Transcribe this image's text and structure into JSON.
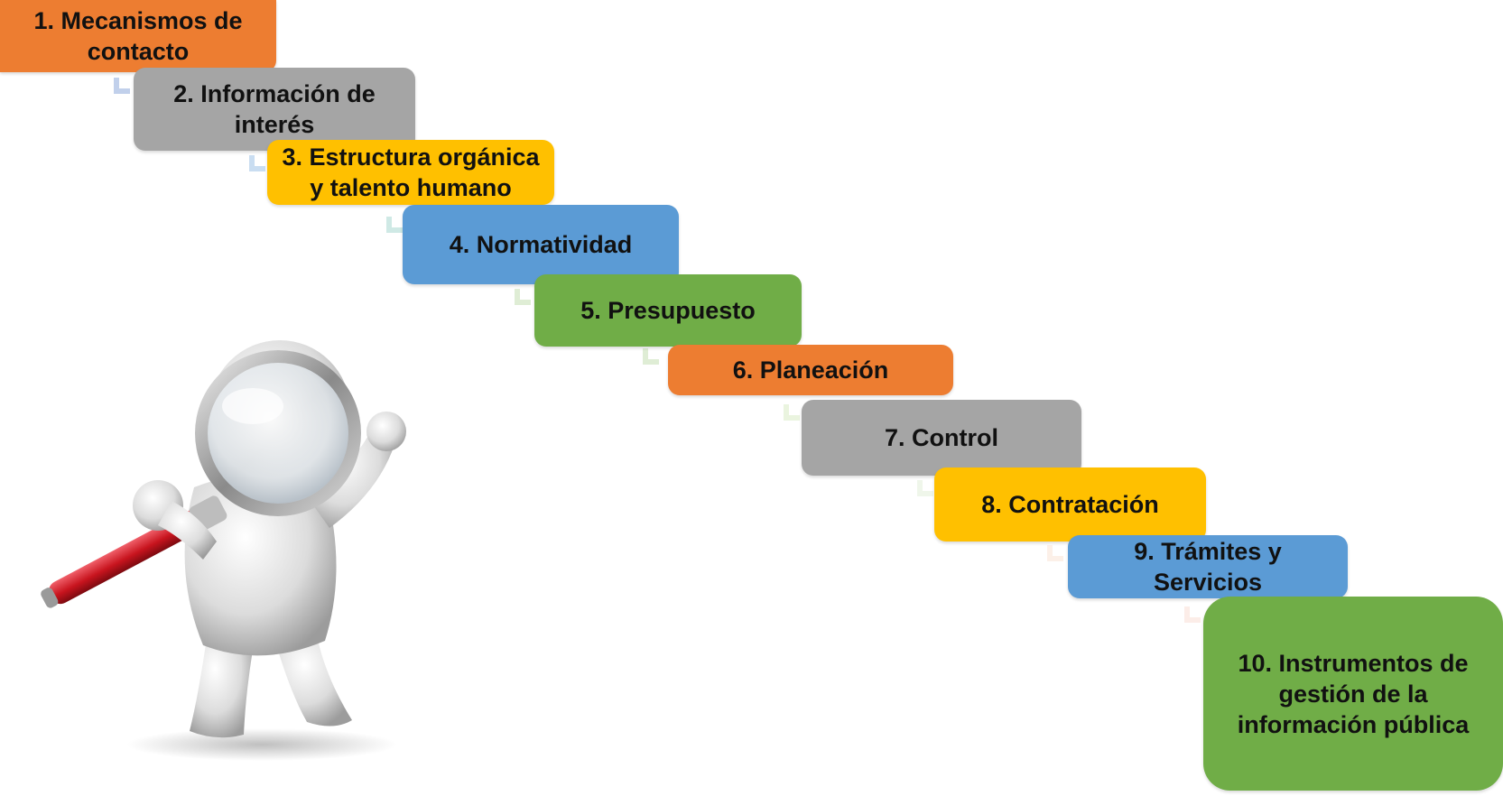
{
  "steps": [
    {
      "label": "1. Mecanismos de contacto",
      "color": "#ed7d31"
    },
    {
      "label": "2. Información de interés",
      "color": "#a5a5a5"
    },
    {
      "label": "3. Estructura orgánica y talento humano",
      "color": "#ffc000"
    },
    {
      "label": "4. Normatividad",
      "color": "#5b9bd5"
    },
    {
      "label": "5. Presupuesto",
      "color": "#70ad47"
    },
    {
      "label": "6. Planeación",
      "color": "#ed7d31"
    },
    {
      "label": "7. Control",
      "color": "#a5a5a5"
    },
    {
      "label": "8. Contratación",
      "color": "#ffc000"
    },
    {
      "label": "9. Trámites y Servicios",
      "color": "#5b9bd5"
    },
    {
      "label": "10. Instrumentos de gestión de la información pública",
      "color": "#70ad47"
    }
  ],
  "illustration": {
    "icon": "magnifying-glass-figure-icon"
  }
}
